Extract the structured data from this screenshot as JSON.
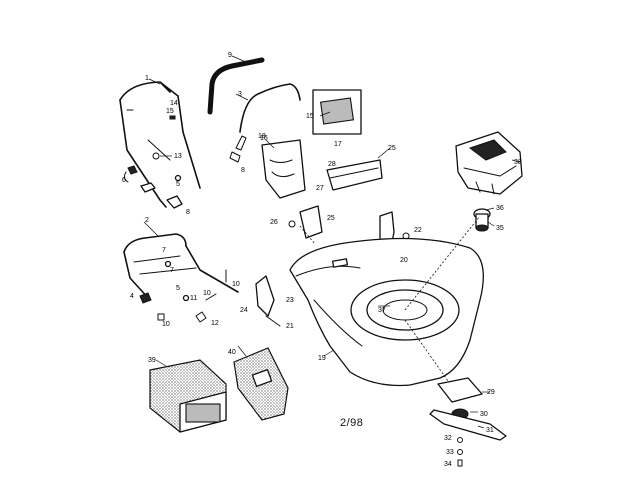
{
  "diagram": {
    "page_code": "2/98",
    "callouts": {
      "c1": "1",
      "c2": "2",
      "c3": "3",
      "c4": "4",
      "c5": "5",
      "c6": "6",
      "c7": "7",
      "c8": "8",
      "c9": "9",
      "c10": "10",
      "c11": "11",
      "c12": "12",
      "c13": "13",
      "c14": "14",
      "c15": "15",
      "c16": "16",
      "c17": "17",
      "c18": "18",
      "c19": "19",
      "c20": "20",
      "c21": "21",
      "c22": "22",
      "c23": "23",
      "c24": "24",
      "c25": "25",
      "c26": "26",
      "c27": "27",
      "c28": "28",
      "c29": "29",
      "c30": "30",
      "c31": "31",
      "c32": "32",
      "c33": "33",
      "c34": "34",
      "c35": "35",
      "c36": "36",
      "c37": "37",
      "c38": "38",
      "c39": "39",
      "c40": "40"
    }
  }
}
